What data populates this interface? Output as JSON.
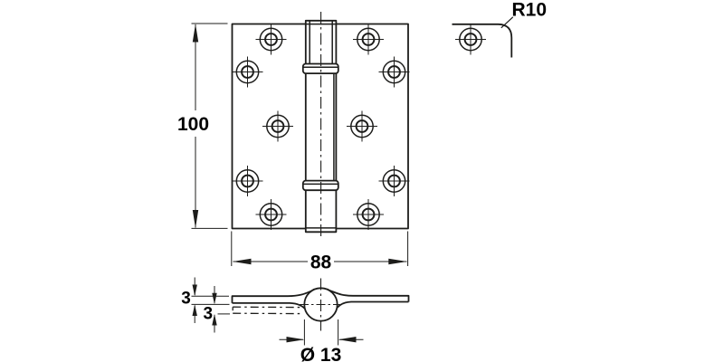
{
  "front_view": {
    "height_dim": "100",
    "width_dim": "88"
  },
  "corner_detail": {
    "radius_dim": "R10"
  },
  "side_view": {
    "upper_leaf_thickness_dim": "3",
    "lower_leaf_thickness_dim": "3",
    "knuckle_diameter_dim": "Ø 13"
  },
  "colors": {
    "line": "#1d1d1b",
    "background": "#ffffff"
  }
}
